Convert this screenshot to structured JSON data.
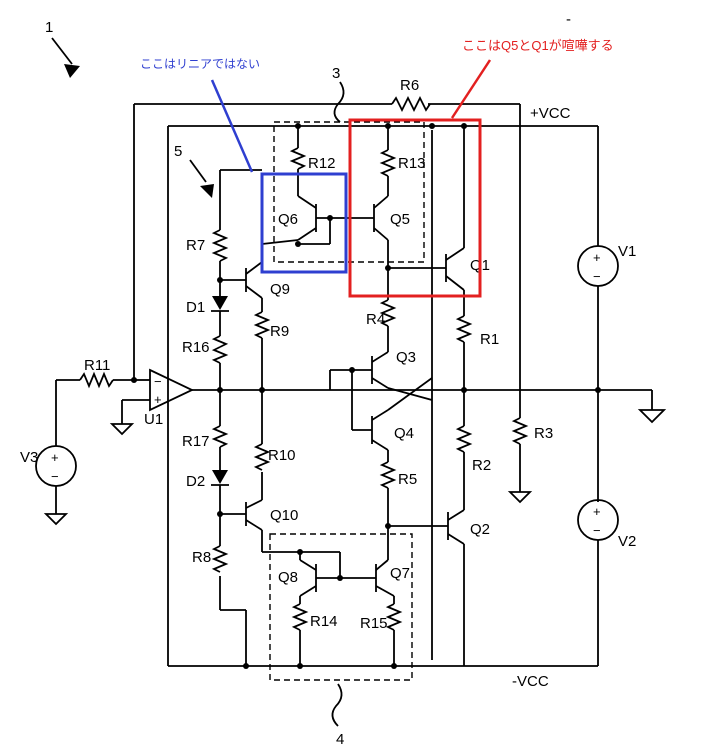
{
  "diagram_labels": {
    "fig1": "1",
    "block3": "3",
    "block4": "4",
    "block5": "5",
    "vcc_pos": "+VCC",
    "vcc_neg": "-VCC",
    "minus_mark": "-"
  },
  "annotations": {
    "blue_note": "ここはリニアではない",
    "red_note": "ここはQ5とQ1が喧嘩する",
    "blue_color": "#2f3fd0",
    "red_color": "#e32020"
  },
  "components": {
    "R1": "R1",
    "R2": "R2",
    "R3": "R3",
    "R4": "R4",
    "R5": "R5",
    "R6": "R6",
    "R7": "R7",
    "R8": "R8",
    "R9": "R9",
    "R10": "R10",
    "R11": "R11",
    "R12": "R12",
    "R13": "R13",
    "R14": "R14",
    "R15": "R15",
    "R16": "R16",
    "R17": "R17",
    "Q1": "Q1",
    "Q2": "Q2",
    "Q3": "Q3",
    "Q4": "Q4",
    "Q5": "Q5",
    "Q6": "Q6",
    "Q7": "Q7",
    "Q8": "Q8",
    "Q9": "Q9",
    "Q10": "Q10",
    "D1": "D1",
    "D2": "D2",
    "U1": "U1",
    "V1": "V1",
    "V2": "V2",
    "V3": "V3"
  },
  "signs": {
    "plus": "+",
    "minus": "−"
  }
}
